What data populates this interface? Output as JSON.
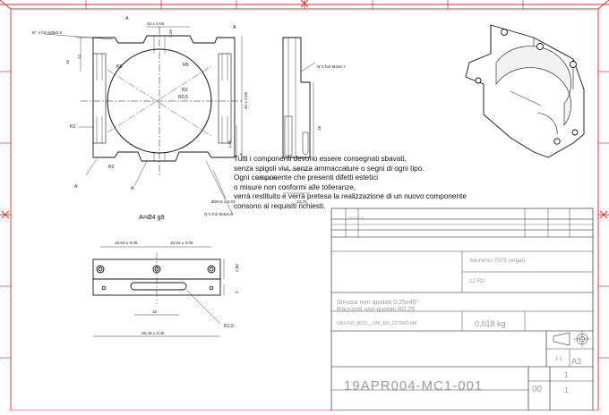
{
  "notes": {
    "lines": [
      "Tutti i componenti devono essere consegnati sbavati,",
      "senza spigoli vivi, senza ammaccature o segni di ogni tipo.",
      "Ogni componente che presenti difetti estetici",
      "o misure non conformi alle tolleranze,",
      "verrà restituito e verrà pretesa la realizzazione di un nuovo componente",
      "consono ai requisiti richiesti."
    ]
  },
  "front_view": {
    "holes_top": "N° 4 fori M3x0.5",
    "width_top": "43 ± 0.05",
    "dim_4_25": "4.25",
    "dim_15": "15",
    "dim_12": "12",
    "r8_left": "R8",
    "r8_right": "R8",
    "r2_inner": "R2",
    "r0_5": "R0,5",
    "dim_height": "40 ± 0.05",
    "r2_left": "R2",
    "r2_bottom": "R2",
    "dim_1_25": "1,25",
    "dim_5": "5",
    "diameter": "Ø29,5 ± 0.03",
    "holes_bottom": "N°2 fori M3x0.5",
    "section_a": "A",
    "tolerance": "A=Ø4 g9"
  },
  "side_view": {
    "holes": "N°2 fori M4x0.7",
    "dim_18": "18",
    "dim_5_75": "5,75 ± 0.05",
    "dim_13_75": "13,75"
  },
  "bottom_view": {
    "dim_left": "18,63 ± 0.05",
    "dim_right": "18,63 ± 0.05",
    "dim_2_85": "2,85",
    "dim_4": "4",
    "dim_15": "15",
    "dim_36_49": "36,49 ± 0.05",
    "r1_5": "R1,5"
  },
  "title_block": {
    "rev_date": "29/01/2019",
    "material": "Alluminio 7075 (ergal)",
    "finish": "12 R2",
    "chamfer_note_1": "Smussi non quotati 0,25x45°",
    "chamfer_note_2": "Raccordi non quotati R0,25",
    "tolerance_std": "UNI-ISO_8015__UNI_EN_22768/2-MK",
    "weight": "0,018 kg",
    "sheet_size": "A3",
    "scale": "1:1",
    "drawing_number": "19APR004-MC1-001",
    "revision": "00",
    "sheet_no": "1",
    "sheet_total": "1",
    "colors": {
      "frame": "#d42a2a",
      "line": "#111111",
      "faint": "#999999"
    }
  }
}
